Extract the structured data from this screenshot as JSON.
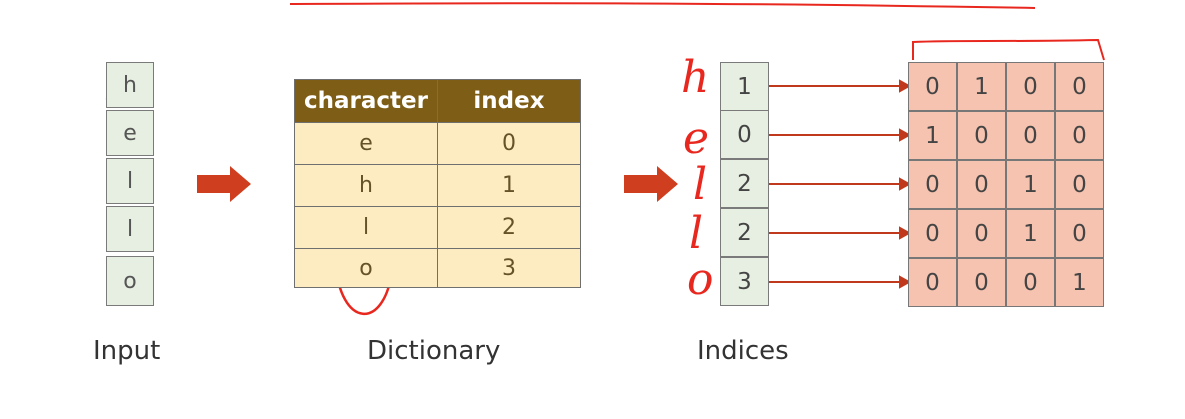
{
  "input": {
    "label": "Input",
    "chars": [
      "h",
      "e",
      "l",
      "l",
      "o"
    ]
  },
  "dictionary": {
    "label": "Dictionary",
    "headers": [
      "character",
      "index"
    ],
    "rows": [
      {
        "character": "e",
        "index": "0"
      },
      {
        "character": "h",
        "index": "1"
      },
      {
        "character": "l",
        "index": "2"
      },
      {
        "character": "o",
        "index": "3"
      }
    ]
  },
  "indices": {
    "label": "Indices",
    "values": [
      "1",
      "0",
      "2",
      "2",
      "3"
    ],
    "handwritten": [
      "h",
      "e",
      "l",
      "l",
      "o"
    ]
  },
  "onehot": {
    "rows": [
      [
        "0",
        "1",
        "0",
        "0"
      ],
      [
        "1",
        "0",
        "0",
        "0"
      ],
      [
        "0",
        "0",
        "1",
        "0"
      ],
      [
        "0",
        "0",
        "1",
        "0"
      ],
      [
        "0",
        "0",
        "0",
        "1"
      ]
    ]
  },
  "colors": {
    "arrow": "#cf3e1e",
    "annotation": "#e8281f",
    "header_bg": "#7e5e16",
    "dict_cell": "#fdecc2",
    "green_cell": "#e6efe1",
    "onehot_cell": "#f6c3b0"
  }
}
